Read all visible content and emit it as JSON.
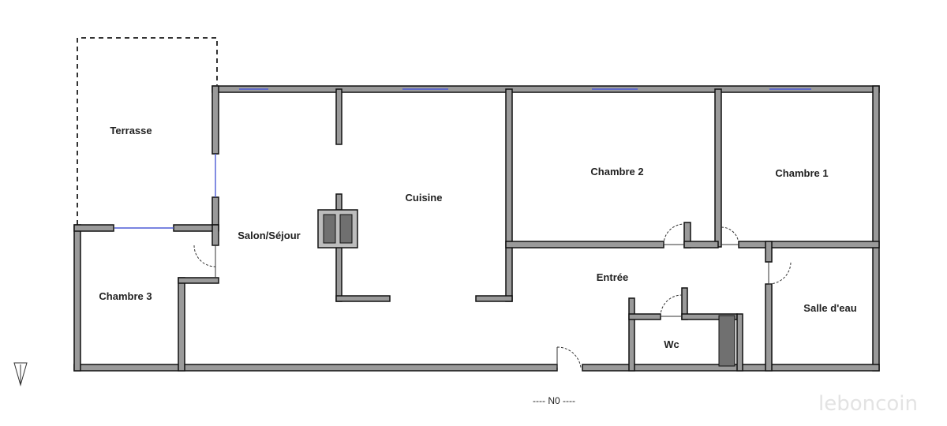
{
  "plan": {
    "rooms": {
      "terrasse": "Terrasse",
      "cuisine": "Cuisine",
      "chambre2": "Chambre 2",
      "chambre1": "Chambre 1",
      "salon": "Salon/Séjour",
      "chambre3": "Chambre 3",
      "entree": "Entrée",
      "salle_eau": "Salle d'eau",
      "wc": "Wc"
    },
    "orientation": "---- N0 ----",
    "watermark": "leboncoin"
  },
  "colors": {
    "wall_fill": "#9a9a9a",
    "window": "#4d5bd6",
    "fixture": "#707070",
    "background": "#ffffff"
  }
}
